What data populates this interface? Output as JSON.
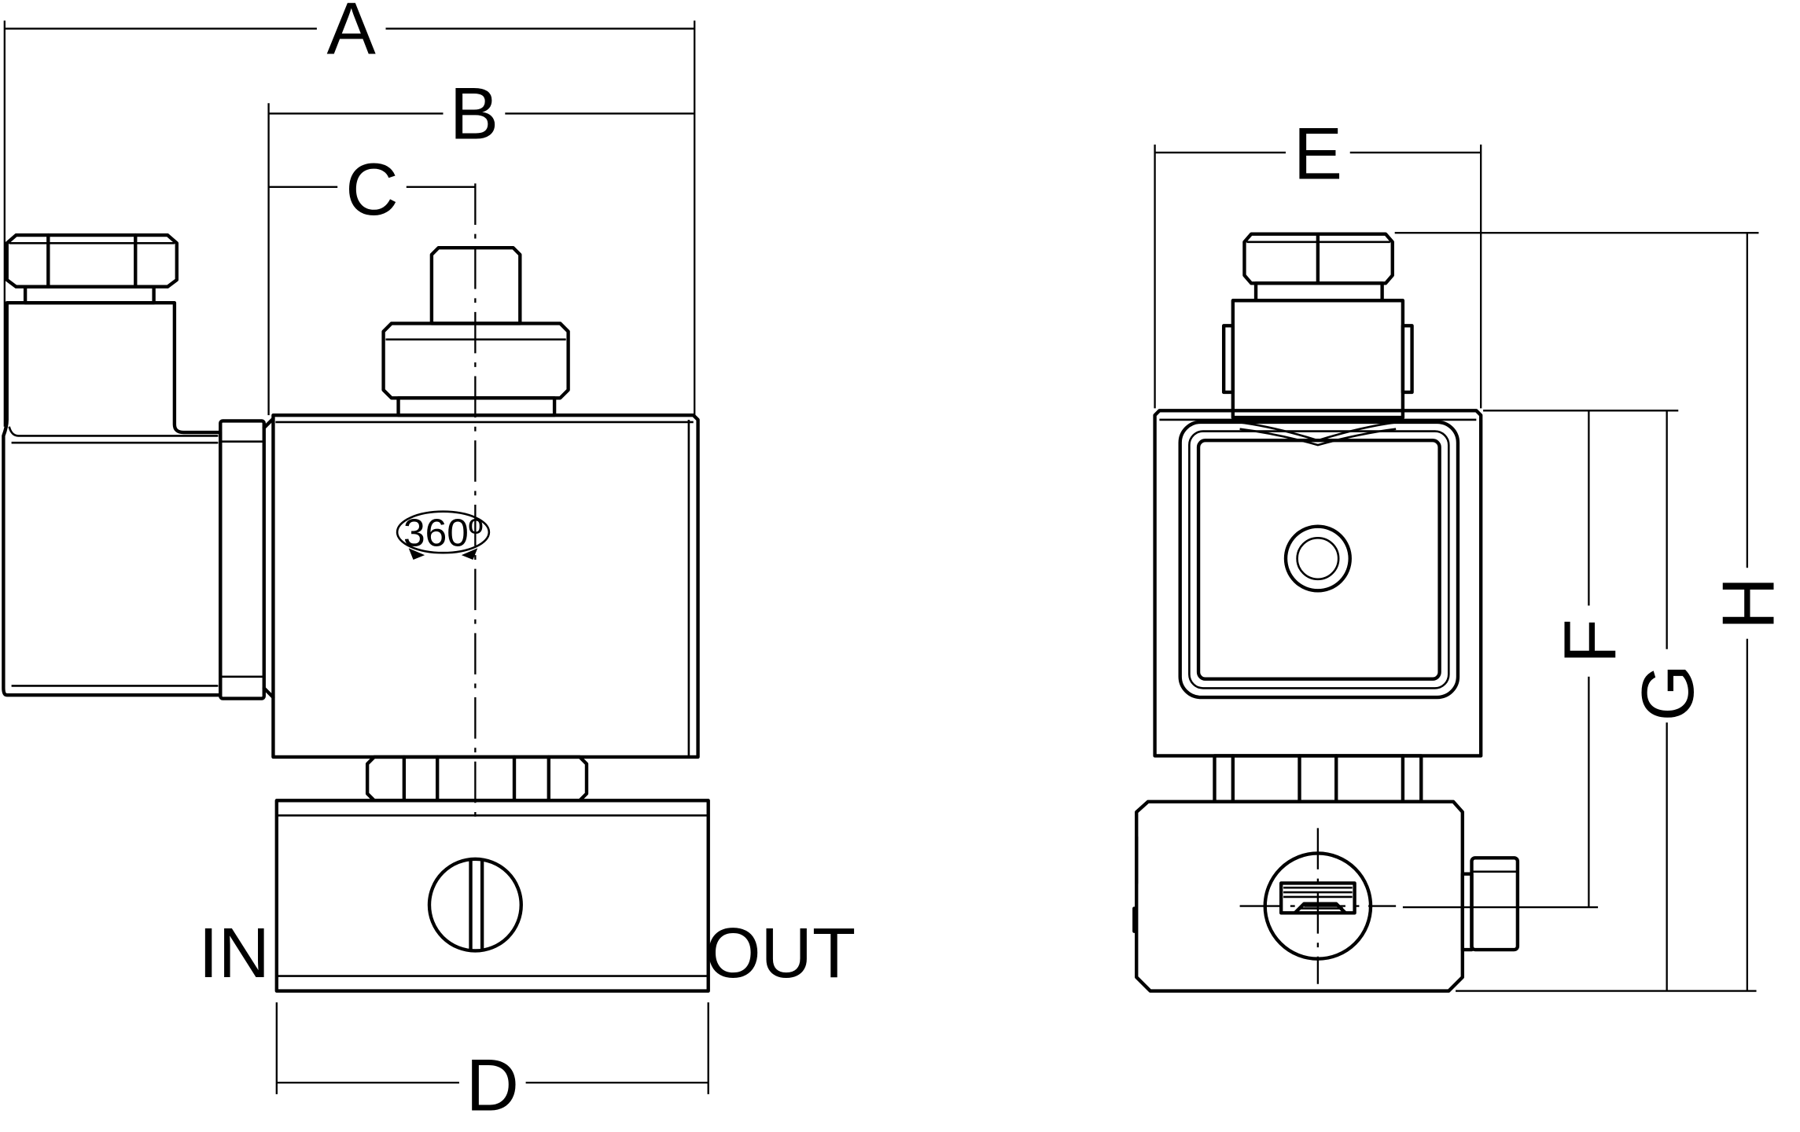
{
  "dimensions": {
    "A": "A",
    "B": "B",
    "C": "C",
    "D": "D",
    "E": "E",
    "F": "F",
    "G": "G",
    "H": "H"
  },
  "ports": {
    "inlet": "IN",
    "outlet": "OUT"
  },
  "rotation_note": "360º",
  "colors": {
    "line": "#000000",
    "background": "#ffffff"
  }
}
